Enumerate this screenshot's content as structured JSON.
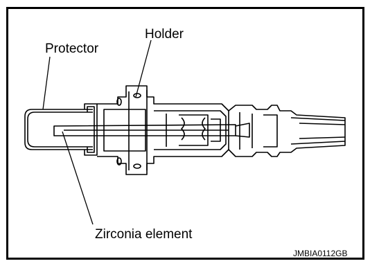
{
  "labels": {
    "protector": "Protector",
    "holder": "Holder",
    "zirconia": "Zirconia element",
    "figure_code": "JMBIA0112GB"
  },
  "colors": {
    "line": "#000000",
    "background": "#ffffff"
  }
}
